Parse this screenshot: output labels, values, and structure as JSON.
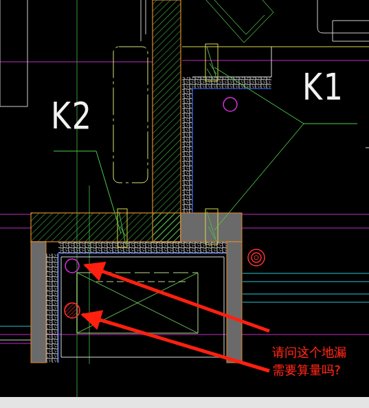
{
  "diagram": {
    "labels": [
      "K2",
      "K1",
      "请问这个地漏 需要算量吗?"
    ]
  }
}
